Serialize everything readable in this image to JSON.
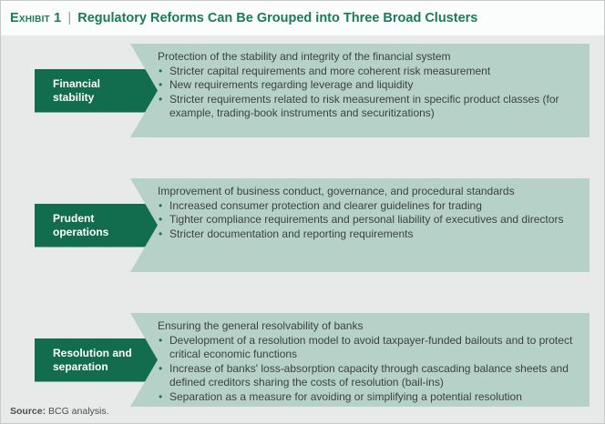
{
  "exhibit": {
    "label": "Exhibit 1",
    "separator": "|",
    "title": "Regulatory Reforms Can Be Grouped into Three Broad Clusters"
  },
  "clusters": [
    {
      "label": "Financial\nstability",
      "lead": "Protection of the stability and integrity of the financial system",
      "bullets": [
        "Stricter capital requirements and more coherent risk measurement",
        "New requirements regarding leverage and liquidity",
        "Stricter requirements related to risk measurement in specific product classes (for example, trading-book instruments and securitizations)"
      ]
    },
    {
      "label": "Prudent\noperations",
      "lead": "Improvement of business conduct, governance, and procedural standards",
      "bullets": [
        "Increased consumer protection and clearer guidelines for trading",
        "Tighter compliance requirements and personal liability of executives and directors",
        "Stricter documentation and reporting requirements"
      ]
    },
    {
      "label": "Resolution and\nseparation",
      "lead": "Ensuring the general resolvability of banks",
      "bullets": [
        "Development of a resolution model to avoid taxpayer-funded bailouts and to protect critical economic functions",
        "Increase of banks' loss-absorption capacity through cascading balance sheets and defined creditors sharing the costs of resolution (bail-ins)",
        "Separation as a measure for avoiding or simplifying a potential resolution"
      ]
    }
  ],
  "footer": {
    "source_label": "Source:",
    "source_text": "BCG analysis."
  },
  "colors": {
    "background": "#E8EAE9",
    "title_green": "#1B7A58",
    "arrow_green": "#126C4E",
    "panel_green": "#B6D1C7",
    "bullet_green": "#17765A",
    "text": "#3D4240"
  }
}
